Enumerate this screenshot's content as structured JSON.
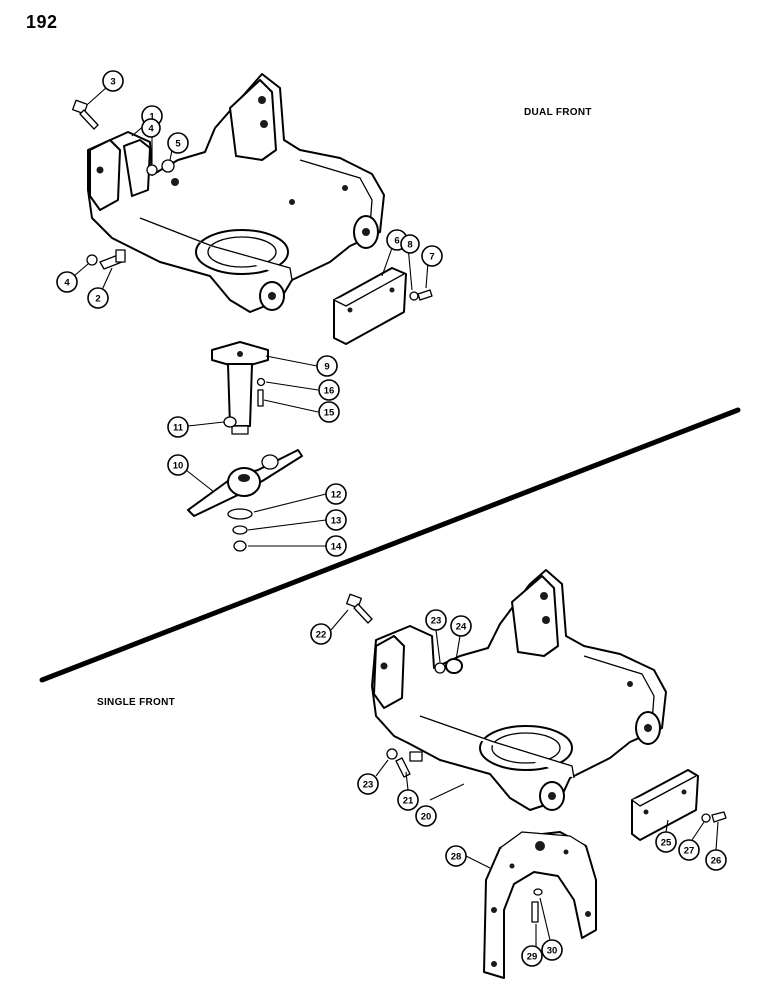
{
  "page_number": "192",
  "labels": {
    "dual_front": "DUAL FRONT",
    "single_front": "SINGLE FRONT"
  },
  "callouts": {
    "c1": "1",
    "c2": "2",
    "c3": "3",
    "c4a": "4",
    "c4b": "4",
    "c5": "5",
    "c6": "6",
    "c7": "7",
    "c8": "8",
    "c9": "9",
    "c10": "10",
    "c11": "11",
    "c12": "12",
    "c13": "13",
    "c14": "14",
    "c15": "15",
    "c16": "16",
    "c20": "20",
    "c21": "21",
    "c22": "22",
    "c23a": "23",
    "c23b": "23",
    "c24": "24",
    "c25": "25",
    "c26": "26",
    "c27": "27",
    "c28": "28",
    "c29": "29",
    "c30": "30"
  }
}
